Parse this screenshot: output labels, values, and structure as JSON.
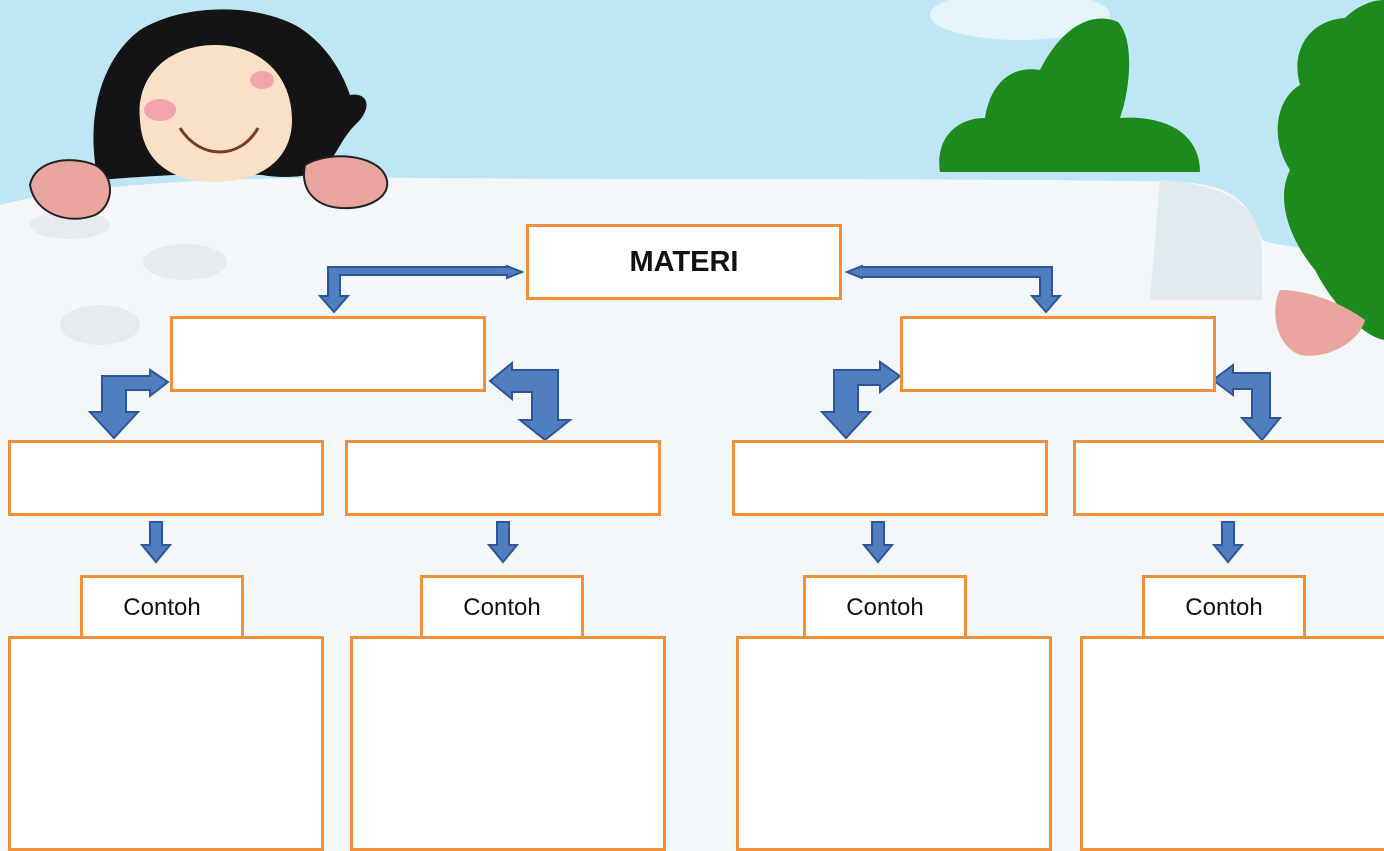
{
  "diagram": {
    "root_label": "MATERI",
    "level1": [
      {
        "label": "",
        "children": [
          {
            "label": "",
            "example_label": "Contoh",
            "example_content": ""
          },
          {
            "label": "",
            "example_label": "Contoh",
            "example_content": ""
          }
        ]
      },
      {
        "label": "",
        "children": [
          {
            "label": "",
            "example_label": "Contoh",
            "example_content": ""
          },
          {
            "label": "",
            "example_label": "Contoh",
            "example_content": ""
          }
        ]
      }
    ]
  },
  "colors": {
    "box_border": "#f0903a",
    "arrow_fill": "#4f7fbf",
    "arrow_stroke": "#2f5597",
    "sky": "#bfe6f4",
    "snow": "#f4f7f9",
    "bush": "#1c8a1c"
  },
  "background": {
    "characters": [
      "girl-character",
      "tree-character"
    ]
  }
}
